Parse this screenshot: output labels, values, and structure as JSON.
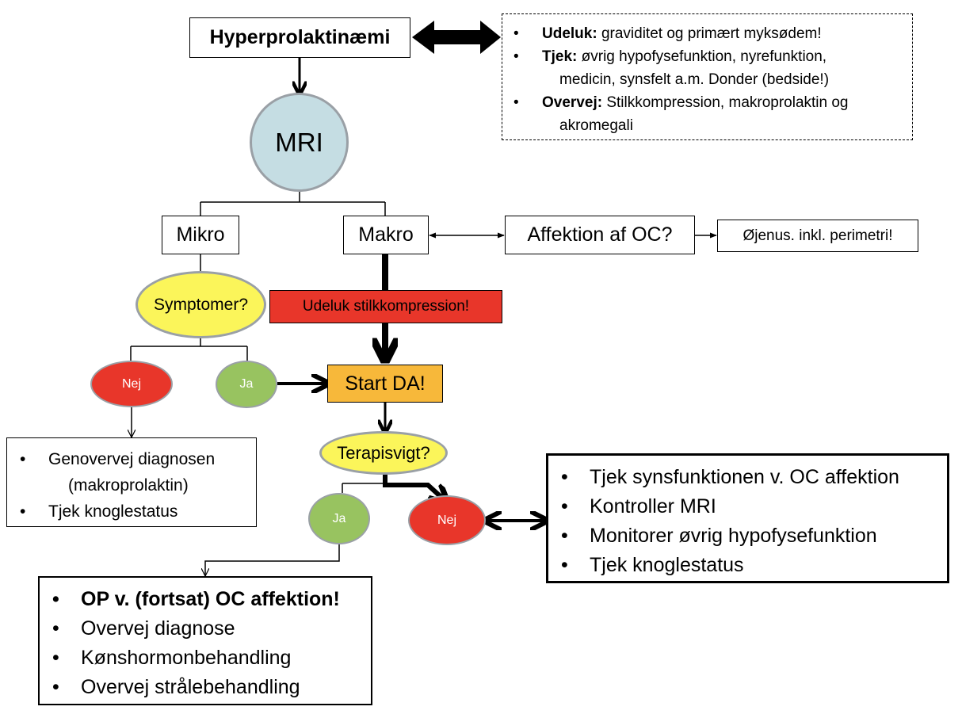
{
  "diagram": {
    "title_node": "Hyperprolaktinæmi",
    "info_box": {
      "items": [
        {
          "label": "Udeluk:",
          "text": " graviditet og primært myksødem!",
          "cont": ""
        },
        {
          "label": "Tjek:",
          "text": " øvrig hypofysefunktion, nyrefunktion,",
          "cont": "medicin, synsfelt a.m. Donder (bedside!)"
        },
        {
          "label": "Overvej:",
          "text": " Stilkkompression, makroprolaktin og",
          "cont": "akromegali"
        }
      ]
    },
    "mri": "MRI",
    "mikro": "Mikro",
    "makro": "Makro",
    "affektion": "Affektion af OC?",
    "ojenus": "Øjenus. inkl. perimetri!",
    "symptomer": "Symptomer?",
    "udeluk_stilk": "Udeluk stilkkompression!",
    "nej_1": "Nej",
    "ja_1": "Ja",
    "start_da": "Start DA!",
    "mikro_nej_box": {
      "items": [
        "Genovervej diagnosen",
        "(makroprolaktin)",
        "Tjek knoglestatus"
      ]
    },
    "terapisvigt": "Terapisvigt?",
    "ja_2": "Ja",
    "nej_2": "Nej",
    "right_box": {
      "items": [
        "Tjek synsfunktionen v. OC affektion",
        "Kontroller MRI",
        "Monitorer øvrig hypofysefunktion",
        "Tjek knoglestatus"
      ]
    },
    "bottom_box": {
      "items": [
        "OP v. (fortsat) OC affektion!",
        "Overvej diagnose",
        "Kønshormonbehandling",
        "Overvej strålebehandling"
      ]
    }
  },
  "colors": {
    "mri_fill": "#c5dde3",
    "yellow": "#fbf55a",
    "red": "#e8362a",
    "green": "#98c360",
    "orange": "#f7b83a",
    "ellipse_border": "#9aa0a6"
  }
}
